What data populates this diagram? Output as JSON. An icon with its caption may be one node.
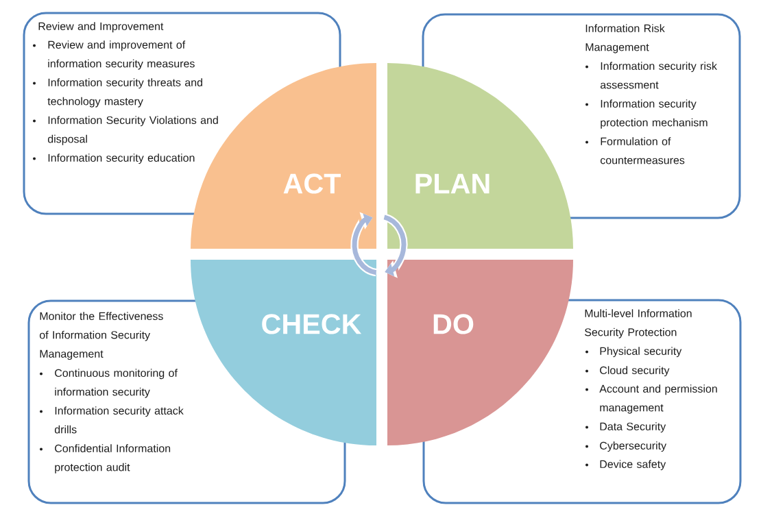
{
  "diagram": {
    "nodes": [
      {
        "text": [
          "Review and Improvement",
          "Review and improvement of information security measures",
          "Information security threats and technology mastery",
          "Information Security Violations and disposal",
          "Information security education"
        ]
      },
      {
        "text": [
          "Information Risk Management",
          "Information security risk assessment",
          "Information security protection mechanism",
          "Formulation of countermeasures"
        ]
      },
      {
        "text": [
          "ACT"
        ]
      },
      {
        "text": [
          "PLAN"
        ]
      },
      {
        "text": [
          "CHECK"
        ]
      },
      {
        "text": [
          "DO"
        ]
      },
      {
        "text": [
          "Monitor the Effectiveness of Information Security Management",
          "Continuous monitoring of information security",
          "Information security attack drills",
          "Confidential Information protection audit"
        ]
      },
      {
        "text": [
          "Multi-level Information Security Protection",
          "Physical security",
          "Cloud security",
          "Account and permission management",
          "Data Security",
          "Cybersecurity",
          "Device safety"
        ]
      }
    ],
    "edges": [
      {
        "from": 4,
        "to": 2,
        "arrow": "to"
      },
      {
        "from": 3,
        "to": 5,
        "arrow": "to"
      }
    ]
  }
}
